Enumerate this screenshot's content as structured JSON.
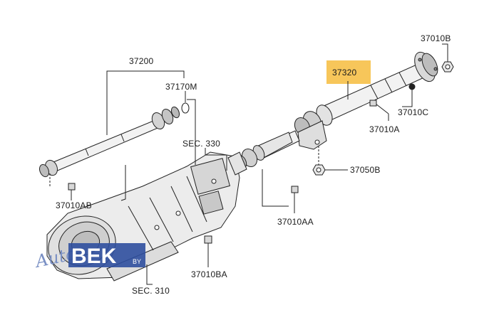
{
  "highlight_color": "#f7c65a",
  "watermark_color": "#2f4f9e",
  "labels": {
    "p37010B": "37010B",
    "p37320": "37320",
    "p37010C": "37010C",
    "p37010A": "37010A",
    "p37200": "37200",
    "p37170M": "37170M",
    "sec330": "SEC. 330",
    "p37050B": "37050B",
    "p37010AB": "37010AB",
    "p37010AA": "37010AA",
    "p37010BA": "37010BA",
    "sec310": "SEC. 310"
  },
  "watermark": {
    "script": "Auto",
    "brand": "BEK",
    "suffix": "BY"
  }
}
